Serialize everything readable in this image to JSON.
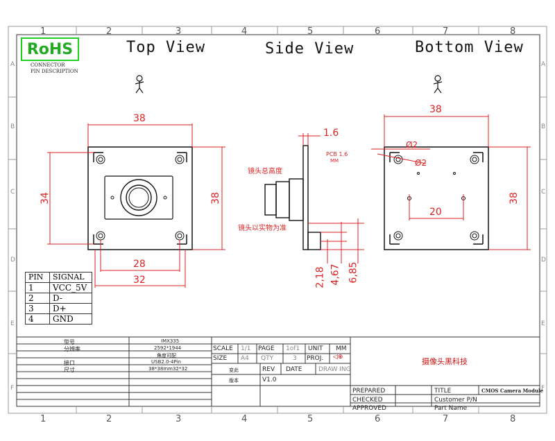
{
  "logo": {
    "rohs": "RoHS"
  },
  "connector": {
    "line1": "CONNECTOR",
    "line2": "PIN DESCRIPTION"
  },
  "grid": {
    "columns": [
      "1",
      "2",
      "3",
      "4",
      "5",
      "6",
      "7",
      "8"
    ],
    "rows": [
      "A",
      "B",
      "C",
      "D",
      "E",
      "F"
    ]
  },
  "views": {
    "top": "Top View",
    "side": "Side View",
    "bottom": "Bottom View"
  },
  "top_view": {
    "width": "38",
    "height": "34",
    "height_right": "38",
    "hole_spacing": "28",
    "lower_width": "32"
  },
  "side_view": {
    "pcb_thickness": "1.6",
    "pcb_note_line1": "PCB 1.6",
    "pcb_note_line2": "MM",
    "lens_total_height": "镜头总高度",
    "lens_actual": "镜头以实物为准",
    "dim1": "2,18",
    "dim2": "4,67",
    "dim3": "6,85"
  },
  "bottom_view": {
    "width": "38",
    "height": "38",
    "hole_spacing": "20",
    "dia1": "Ø2",
    "dia2": "Ø2"
  },
  "pin_table": {
    "headers": [
      "PIN",
      "SIGNAL"
    ],
    "rows": [
      [
        "1",
        "VCC_5V"
      ],
      [
        "2",
        "D-"
      ],
      [
        "3",
        "D+"
      ],
      [
        "4",
        "GND"
      ]
    ]
  },
  "spec_table": {
    "rows": [
      [
        "型号",
        "IMX335"
      ],
      [
        "分辨率",
        "2592*1944"
      ],
      [
        "",
        "角度可配"
      ],
      [
        "接口",
        "USB2.0-4Pin"
      ],
      [
        "尺寸",
        "38*38mm32*32"
      ]
    ]
  },
  "title_block": {
    "scale_label": "SCALE",
    "scale_value": "1/1",
    "page_label": "PAGE",
    "page_value": "1of1",
    "unit_label": "UNIT",
    "unit_value": "MM",
    "size_label": "SIZE",
    "size_value": "A4",
    "qty_label": "QTY",
    "qty_value": "3",
    "proj_label": "PROJ.",
    "rev_label": "REV",
    "date_label": "DATE",
    "drawing_label": "DRAW ING",
    "rev_value": "V1.0",
    "small1": "变此",
    "small2": "版本",
    "company": "摄像头黑科技",
    "prepared": "PREPARED",
    "checked": "CHECKED",
    "approved": "APPROVED",
    "title_label": "TITLE",
    "title_value": "CMOS Camera Module",
    "customer_pn": "Customer P/N",
    "part_name": "Part Name"
  },
  "colors": {
    "dimension": "#dd2222",
    "rohs": "#22aa22",
    "line": "#222222"
  }
}
